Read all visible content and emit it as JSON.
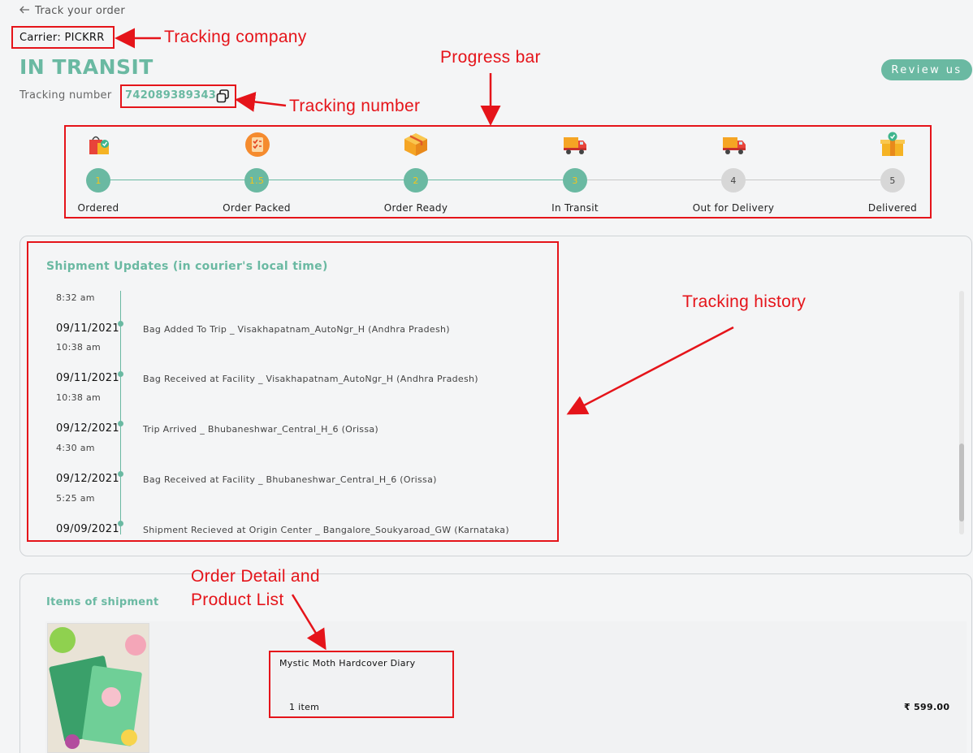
{
  "header": {
    "back_label": "Track your order",
    "carrier": "Carrier: PICKRR",
    "status": "IN TRANSIT",
    "tracking_label": "Tracking number",
    "tracking_number": "742089389343",
    "review_button": "Review us"
  },
  "progress": {
    "steps": [
      {
        "number": "1",
        "label": "Ordered",
        "done": true,
        "icon": "shopping-bag-icon"
      },
      {
        "number": "1.5",
        "label": "Order Packed",
        "done": true,
        "icon": "checklist-icon"
      },
      {
        "number": "2",
        "label": "Order Ready",
        "done": true,
        "icon": "package-box-icon"
      },
      {
        "number": "3",
        "label": "In Transit",
        "done": true,
        "icon": "truck-icon"
      },
      {
        "number": "4",
        "label": "Out for Delivery",
        "done": false,
        "icon": "delivery-truck-icon"
      },
      {
        "number": "5",
        "label": "Delivered",
        "done": false,
        "icon": "delivered-box-icon"
      }
    ]
  },
  "shipment": {
    "title": "Shipment Updates (in courier's local time)",
    "first_time": "8:32 am",
    "updates": [
      {
        "date": "09/11/2021",
        "time": "10:38 am",
        "desc": "Bag Added To Trip _ Visakhapatnam_AutoNgr_H (Andhra Pradesh)"
      },
      {
        "date": "09/11/2021",
        "time": "10:38 am",
        "desc": "Bag Received at Facility _ Visakhapatnam_AutoNgr_H (Andhra Pradesh)"
      },
      {
        "date": "09/12/2021",
        "time": "4:30 am",
        "desc": "Trip Arrived _ Bhubaneshwar_Central_H_6 (Orissa)"
      },
      {
        "date": "09/12/2021",
        "time": "5:25 am",
        "desc": "Bag Received at Facility _ Bhubaneshwar_Central_H_6 (Orissa)"
      },
      {
        "date": "09/09/2021",
        "time": "",
        "desc": "Shipment Recieved at Origin Center _ Bangalore_Soukyaroad_GW (Karnataka)"
      }
    ]
  },
  "items": {
    "title": "Items of shipment",
    "product_name": "Mystic Moth Hardcover Diary",
    "quantity": "1 item",
    "price": "₹ 599.00"
  },
  "annotations": {
    "tracking_company": "Tracking company",
    "progress_bar": "Progress bar",
    "tracking_number": "Tracking number",
    "tracking_history": "Tracking history",
    "order_detail_1": "Order Detail and",
    "order_detail_2": "Product List"
  },
  "colors": {
    "accent": "#6ab9a2",
    "annotation": "#e5141a",
    "pending": "#d7d7d7"
  }
}
